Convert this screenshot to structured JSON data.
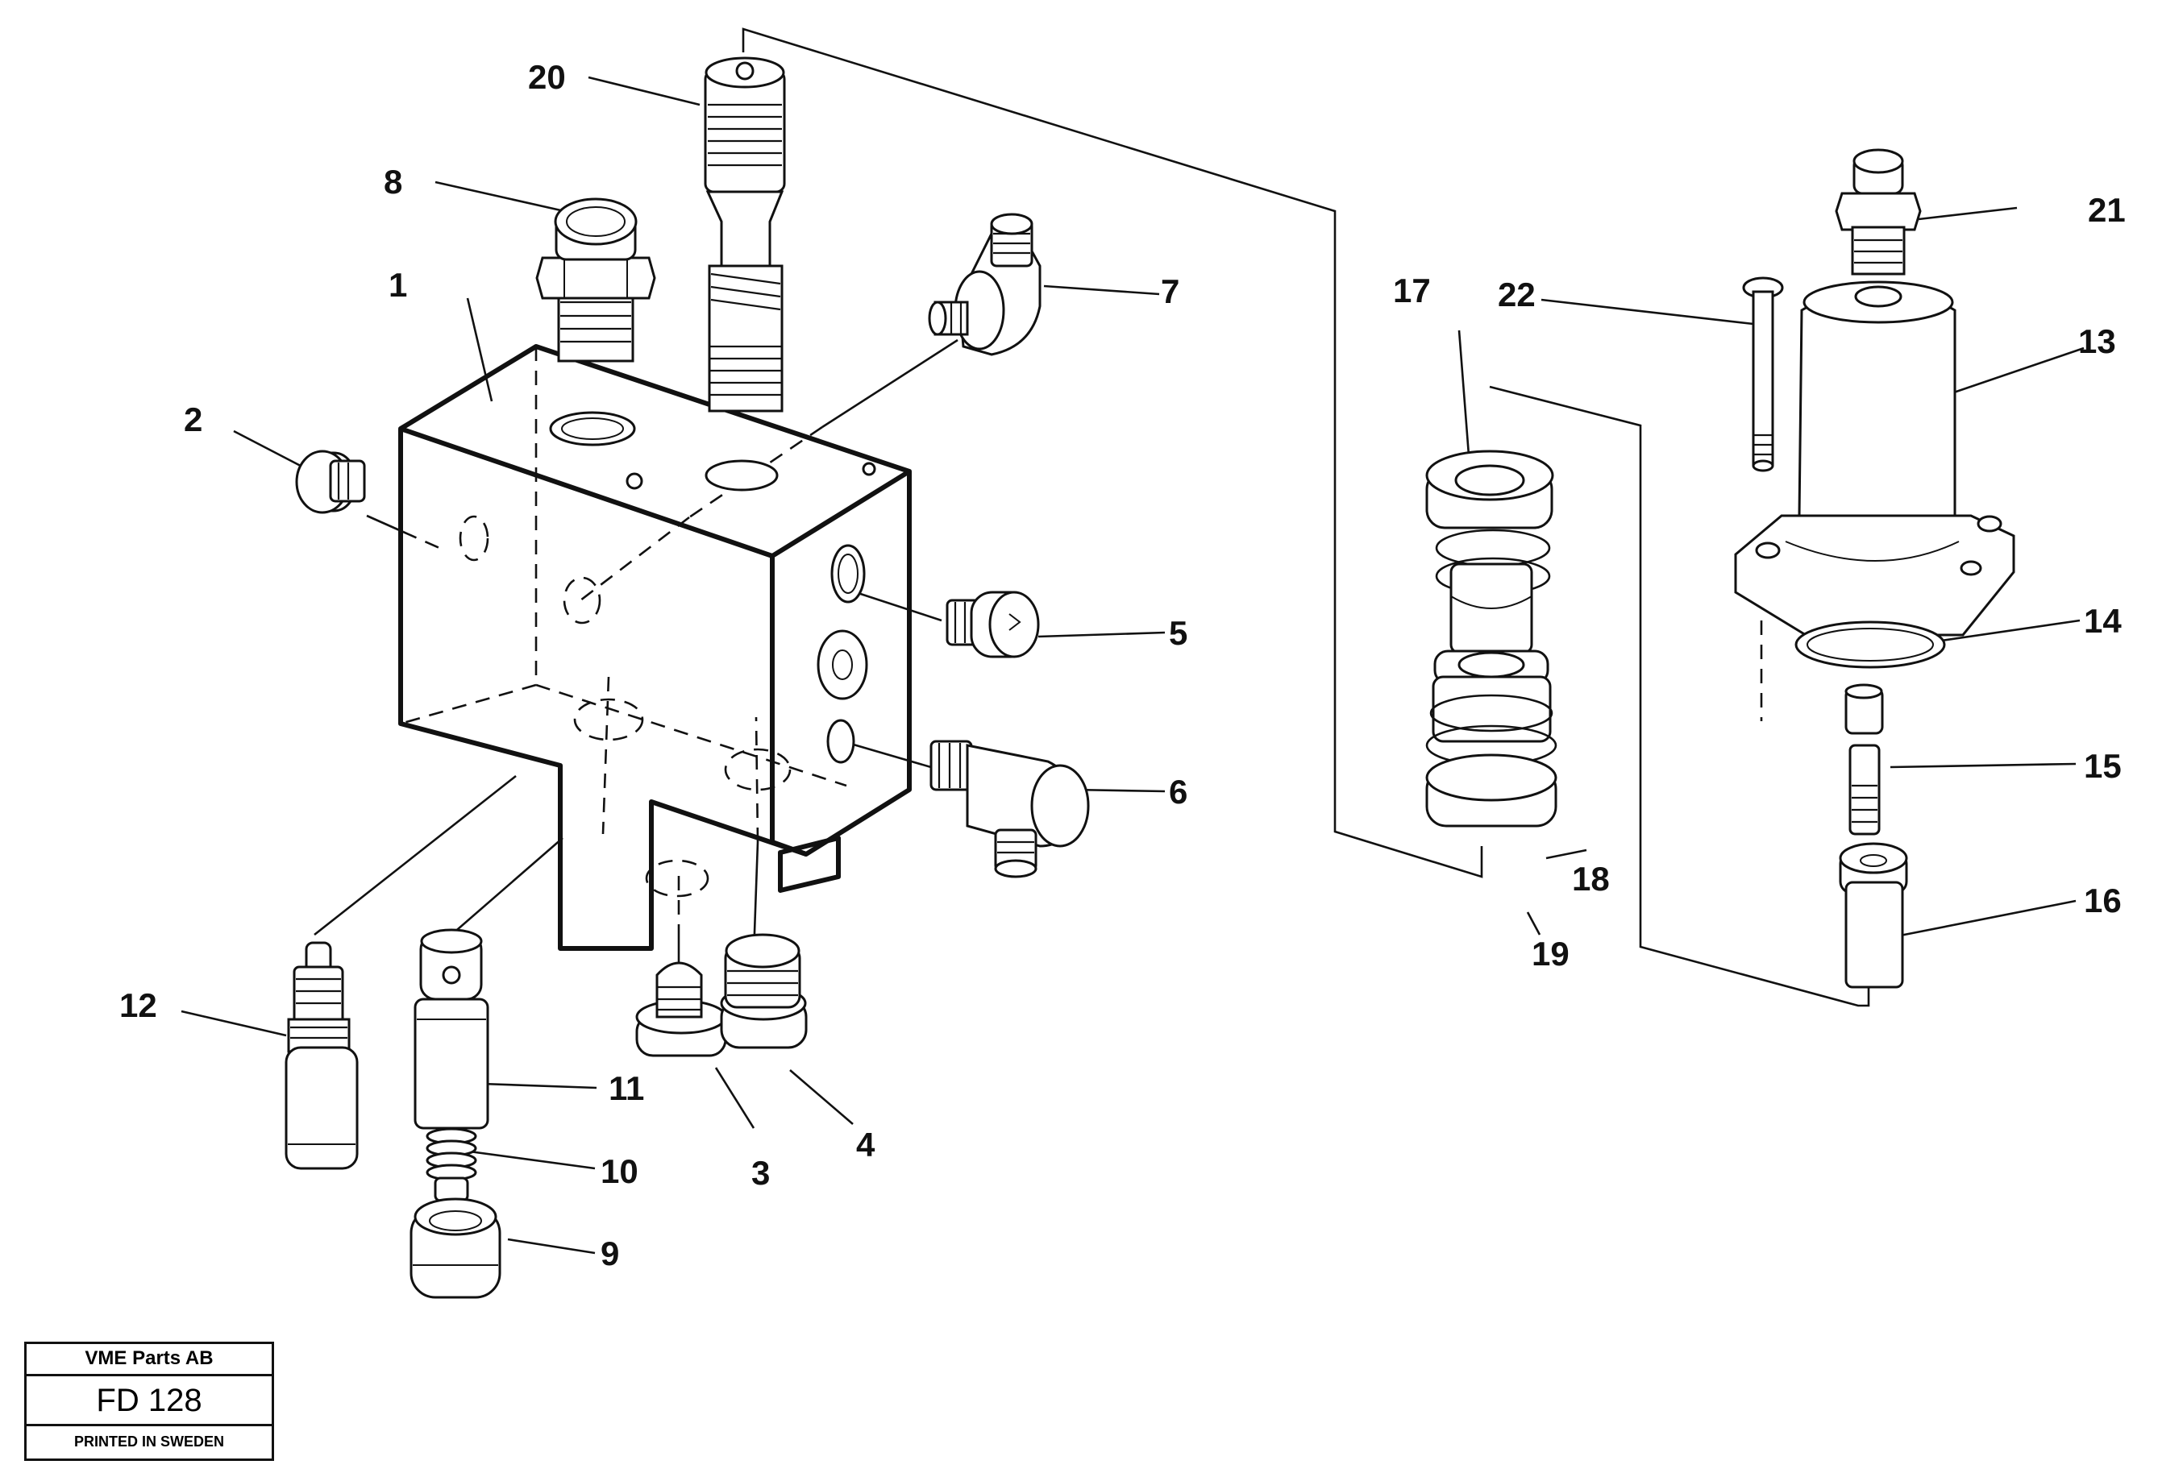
{
  "diagram": {
    "labels": [
      "1",
      "2",
      "3",
      "4",
      "5",
      "6",
      "7",
      "8",
      "9",
      "10",
      "11",
      "12",
      "13",
      "14",
      "15",
      "16",
      "17",
      "18",
      "19",
      "20",
      "21",
      "22"
    ]
  },
  "title_block": {
    "company": "VME Parts AB",
    "code": "FD 128",
    "printed": "PRINTED IN SWEDEN"
  }
}
